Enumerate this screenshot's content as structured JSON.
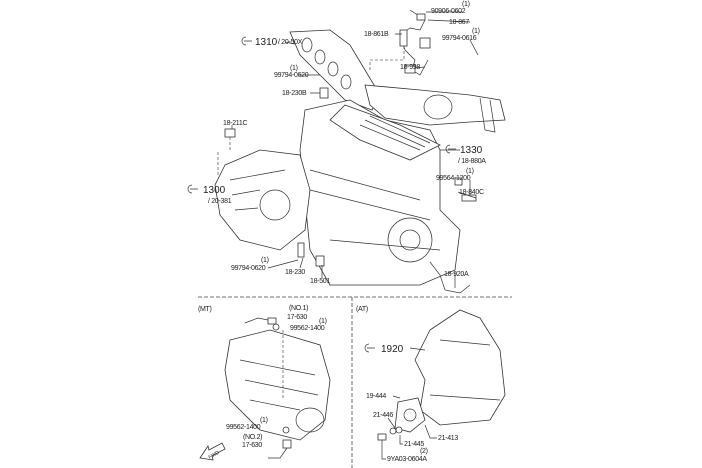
{
  "engine": {
    "refs": [
      {
        "id": "ref-1310",
        "code": "1310",
        "sub": "/ 20-50X"
      },
      {
        "id": "ref-1330",
        "code": "1330",
        "sub": "/ 18-880A"
      },
      {
        "id": "ref-1300",
        "code": "1300",
        "sub": "/ 20-381"
      }
    ],
    "labels": {
      "p90906_0602": "90906-0602",
      "q90906": "(1)",
      "p18_867": "18-867",
      "p99794_0616": "99794-0616",
      "q99794_0616": "(1)",
      "p18_861B": "18-861B",
      "p18_998": "18-998",
      "p99794_0620a": "99794-0620",
      "q99794_0620a": "(1)",
      "p18_230B": "18-230B",
      "p18_211C": "18-211C",
      "p99564_1200": "99564-1200",
      "q99564_1200": "(1)",
      "p18_840C": "18-840C",
      "p99794_0620b": "99794-0620",
      "q99794_0620b": "(1)",
      "p18_230": "18-230",
      "p18_501": "18-501",
      "p18_920A": "18-920A"
    }
  },
  "mt": {
    "title": "(MT)",
    "no1": "(NO.1)",
    "p17_630a": "17-630",
    "q99562a": "(1)",
    "p99562_1400a": "99562-1400",
    "q99562b": "(1)",
    "p99562_1400b": "99562-1400",
    "no2": "(NO.2)",
    "p17_630b": "17-630",
    "fwd": "FWD"
  },
  "at": {
    "title": "(AT)",
    "ref_code": "1920",
    "p19_444": "19-444",
    "p21_446": "21-446",
    "p21_445": "21-445",
    "p21_413": "21-413",
    "q9YA03": "(2)",
    "p9YA03": "9YA03-0604A"
  }
}
